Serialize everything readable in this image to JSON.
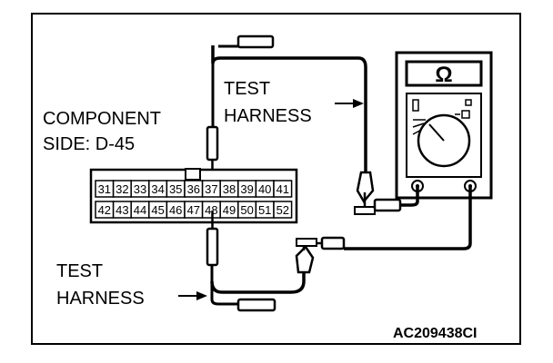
{
  "labels": {
    "component_side": [
      "COMPONENT",
      "SIDE: D-45"
    ],
    "test_harness_top": [
      "TEST",
      "HARNESS"
    ],
    "test_harness_bottom": [
      "TEST",
      "HARNESS"
    ],
    "figure_code": "AC209438CI"
  },
  "connector": {
    "top_row": [
      "31",
      "32",
      "33",
      "34",
      "35",
      "36",
      "37",
      "38",
      "39",
      "40",
      "41"
    ],
    "bottom_row": [
      "42",
      "43",
      "44",
      "45",
      "46",
      "47",
      "48",
      "49",
      "50",
      "51",
      "52"
    ],
    "probed_pins": [
      "37",
      "48"
    ]
  },
  "meter": {
    "display_symbol": "Ω"
  }
}
